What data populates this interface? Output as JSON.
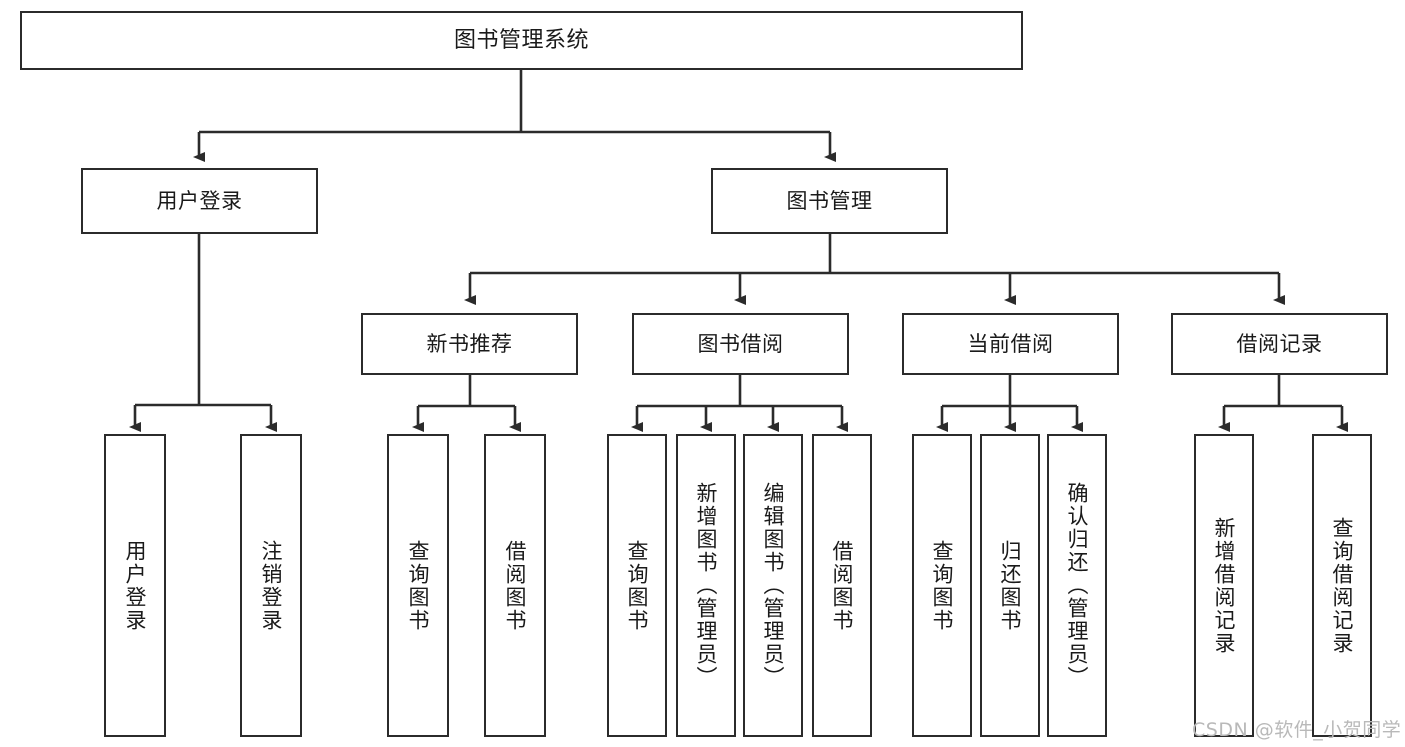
{
  "diagram": {
    "title": "图书管理系统",
    "type": "hierarchy-tree",
    "colors": {
      "stroke": "#2b2b2b",
      "fill": "#ffffff",
      "text": "#1a1a1a",
      "watermark": "#b9b9b9"
    },
    "nodes": {
      "root": {
        "label": "图书管理系统"
      },
      "level2": [
        {
          "id": "user-login",
          "label": "用户登录"
        },
        {
          "id": "book-management",
          "label": "图书管理"
        }
      ],
      "level3": [
        {
          "id": "new-book-recommend",
          "label": "新书推荐"
        },
        {
          "id": "book-borrow",
          "label": "图书借阅"
        },
        {
          "id": "current-borrow",
          "label": "当前借阅"
        },
        {
          "id": "borrow-record",
          "label": "借阅记录"
        }
      ],
      "leaves": {
        "user_login": [
          {
            "id": "leaf-user-login",
            "label": "用户登录"
          },
          {
            "id": "leaf-logout-login",
            "label": "注销登录"
          }
        ],
        "new_book_recommend": [
          {
            "id": "leaf-query-book-1",
            "label": "查询图书"
          },
          {
            "id": "leaf-borrow-book-1",
            "label": "借阅图书"
          }
        ],
        "book_borrow": [
          {
            "id": "leaf-query-book-2",
            "label": "查询图书"
          },
          {
            "id": "leaf-add-book",
            "label": "新增图书（管理员）"
          },
          {
            "id": "leaf-edit-book",
            "label": "编辑图书（管理员）"
          },
          {
            "id": "leaf-borrow-book-2",
            "label": "借阅图书"
          }
        ],
        "current_borrow": [
          {
            "id": "leaf-query-book-3",
            "label": "查询图书"
          },
          {
            "id": "leaf-return-book",
            "label": "归还图书"
          },
          {
            "id": "leaf-confirm-return",
            "label": "确认归还（管理员）"
          }
        ],
        "borrow_record": [
          {
            "id": "leaf-add-record",
            "label": "新增借阅记录"
          },
          {
            "id": "leaf-query-record",
            "label": "查询借阅记录"
          }
        ]
      }
    },
    "watermark": "CSDN @软件_小贺同学"
  }
}
